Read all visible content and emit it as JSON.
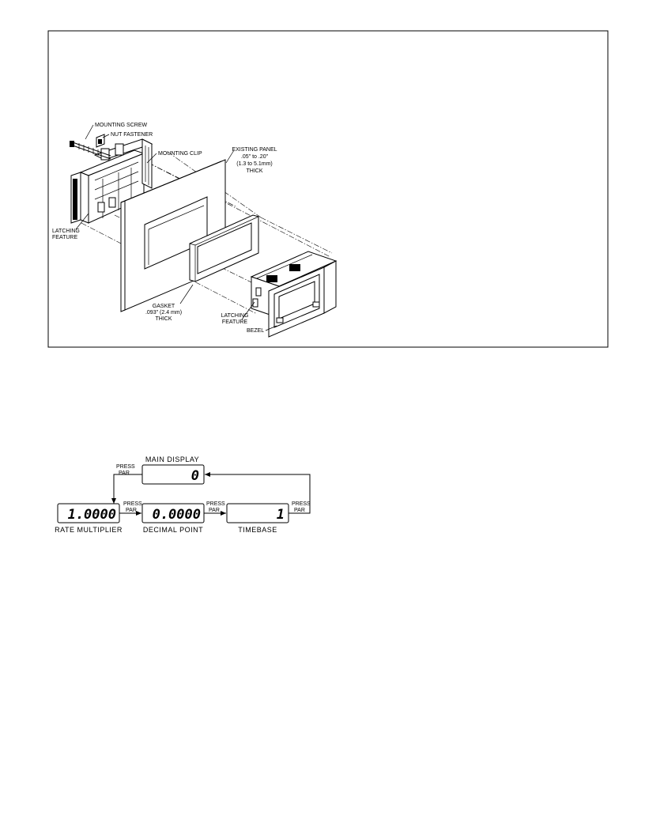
{
  "installation_figure": {
    "labels": {
      "mounting_screw": "MOUNTING SCREW",
      "nut_fastener": "NUT FASTENER",
      "mounting_clip": "MOUNTING CLIP",
      "existing_panel": [
        "EXISTING PANEL",
        ".05\" to .20\"",
        "(1.3 to 5.1mm)",
        "THICK"
      ],
      "latching_feature_left": [
        "LATCHING",
        "FEATURE"
      ],
      "gasket": [
        "GASKET",
        ".093\" (2.4 mm)",
        "THICK"
      ],
      "latching_feature_right": [
        "LATCHING",
        "FEATURE"
      ],
      "bezel": "BEZEL"
    }
  },
  "flow_figure": {
    "main_display": {
      "title": "MAIN DISPLAY",
      "value": "0"
    },
    "press_label": [
      "PRESS",
      "PAR"
    ],
    "steps": [
      {
        "label": "RATE MULTIPLIER",
        "value": "1.0000"
      },
      {
        "label": "DECIMAL POINT",
        "value": "0.0000"
      },
      {
        "label": "TIMEBASE",
        "value": "1"
      }
    ]
  }
}
